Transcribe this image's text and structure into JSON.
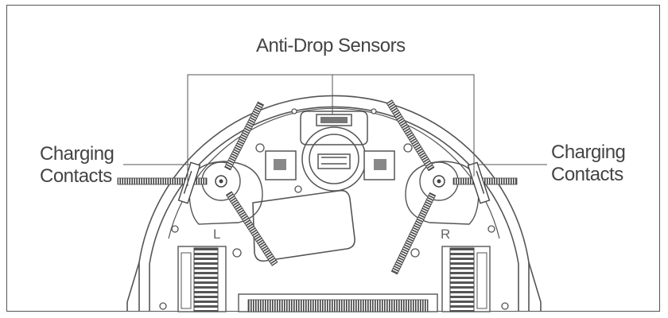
{
  "labels": {
    "anti_drop": "Anti-Drop Sensors",
    "charging_left_line1": "Charging",
    "charging_left_line2": "Contacts",
    "charging_right_line1": "Charging",
    "charging_right_line2": "Contacts"
  },
  "wheel_letters": {
    "left": "L",
    "right": "R"
  },
  "colors": {
    "outline": "#444444",
    "brush": "#555555",
    "background": "#ffffff"
  },
  "icons": [
    "robot-vacuum-underside"
  ]
}
